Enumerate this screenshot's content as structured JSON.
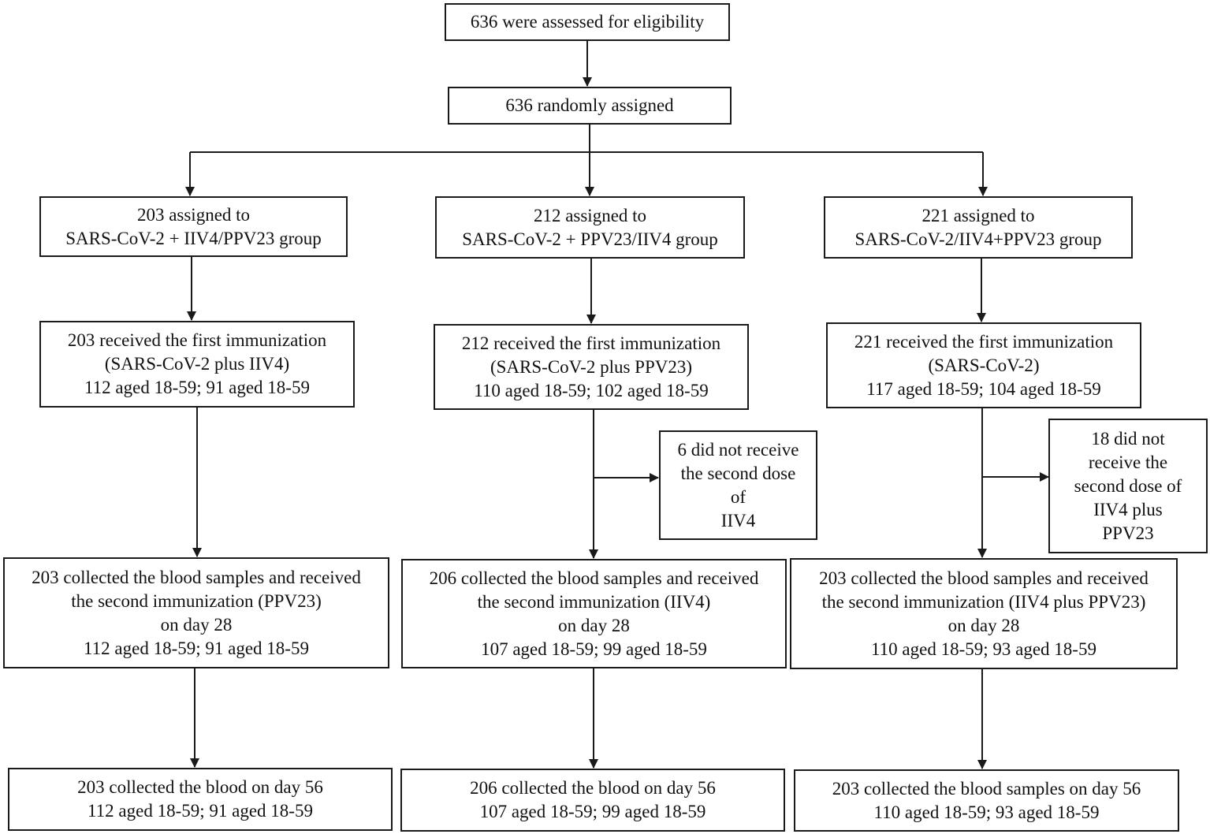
{
  "assessed": {
    "lines": [
      "636 were assessed for eligibility"
    ]
  },
  "randomized": {
    "lines": [
      "636 randomly assigned"
    ]
  },
  "groups": [
    {
      "assigned": [
        "203 assigned to",
        "SARS-CoV-2 + IIV4/PPV23 group"
      ],
      "first": [
        "203 received the first immunization",
        "(SARS-CoV-2  plus IIV4)",
        "112 aged 18-59; 91 aged 18-59"
      ],
      "second": [
        "203 collected the blood samples and received",
        "the second immunization (PPV23)",
        "on day 28",
        "112 aged 18-59; 91 aged 18-59"
      ],
      "final": [
        "203 collected the blood on day 56",
        "112 aged 18-59; 91 aged 18-59"
      ]
    },
    {
      "assigned": [
        "212 assigned to",
        "SARS-CoV-2 + PPV23/IIV4 group"
      ],
      "first": [
        "212 received the first immunization",
        "(SARS-CoV-2  plus PPV23)",
        "110 aged 18-59; 102 aged 18-59"
      ],
      "excluded": [
        "6 did not receive",
        "the second dose",
        "of",
        "IIV4"
      ],
      "second": [
        "206 collected the blood samples and received",
        "the second immunization (IIV4)",
        "on day 28",
        "107 aged 18-59; 99 aged 18-59"
      ],
      "final": [
        "206 collected the blood on day 56",
        "107 aged 18-59; 99 aged 18-59"
      ]
    },
    {
      "assigned": [
        "221 assigned to",
        "SARS-CoV-2/IIV4+PPV23 group"
      ],
      "first": [
        "221 received the first immunization",
        "(SARS-CoV-2)",
        "117 aged 18-59; 104 aged 18-59"
      ],
      "excluded": [
        "18 did not",
        "receive  the",
        "second dose of",
        "IIV4 plus",
        "PPV23"
      ],
      "second": [
        "203 collected the blood samples and received",
        "the second immunization (IIV4 plus PPV23)",
        "on day 28",
        "110 aged 18-59; 93 aged 18-59"
      ],
      "final": [
        "203 collected the blood samples on day 56",
        "110 aged 18-59; 93 aged 18-59"
      ]
    }
  ]
}
